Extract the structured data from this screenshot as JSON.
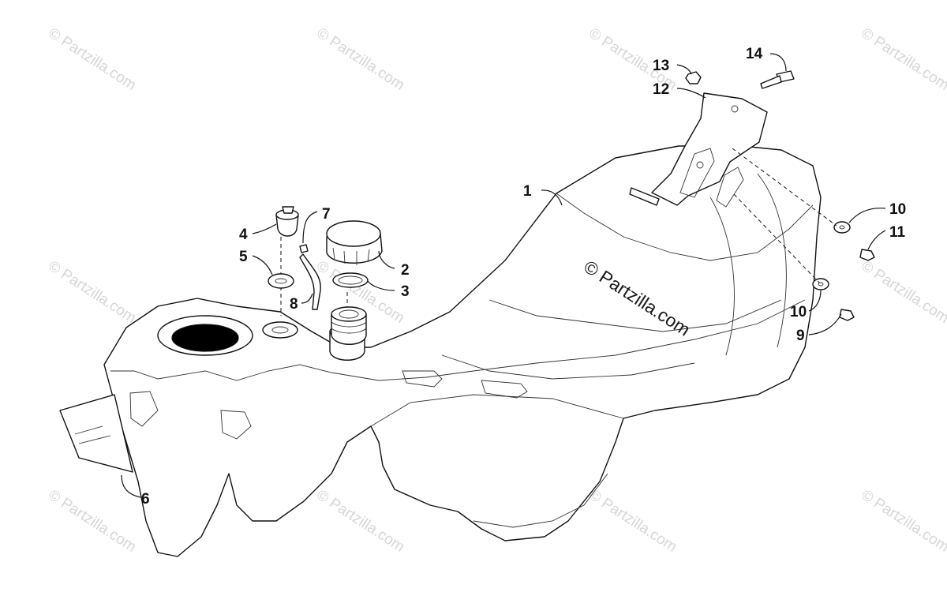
{
  "watermark": {
    "text": "© Partzilla.com",
    "main_text": "© Partzilla.com"
  },
  "callouts": [
    {
      "id": "1",
      "label": "1"
    },
    {
      "id": "2",
      "label": "2"
    },
    {
      "id": "3",
      "label": "3"
    },
    {
      "id": "4",
      "label": "4"
    },
    {
      "id": "5",
      "label": "5"
    },
    {
      "id": "6",
      "label": "6"
    },
    {
      "id": "7",
      "label": "7"
    },
    {
      "id": "8",
      "label": "8"
    },
    {
      "id": "9",
      "label": "9"
    },
    {
      "id": "10a",
      "label": "10"
    },
    {
      "id": "10b",
      "label": "10"
    },
    {
      "id": "11",
      "label": "11"
    },
    {
      "id": "12",
      "label": "12"
    },
    {
      "id": "13",
      "label": "13"
    },
    {
      "id": "14",
      "label": "14"
    }
  ],
  "colors": {
    "line": "#111111",
    "watermark": "#d6d6d6",
    "background": "#ffffff"
  }
}
